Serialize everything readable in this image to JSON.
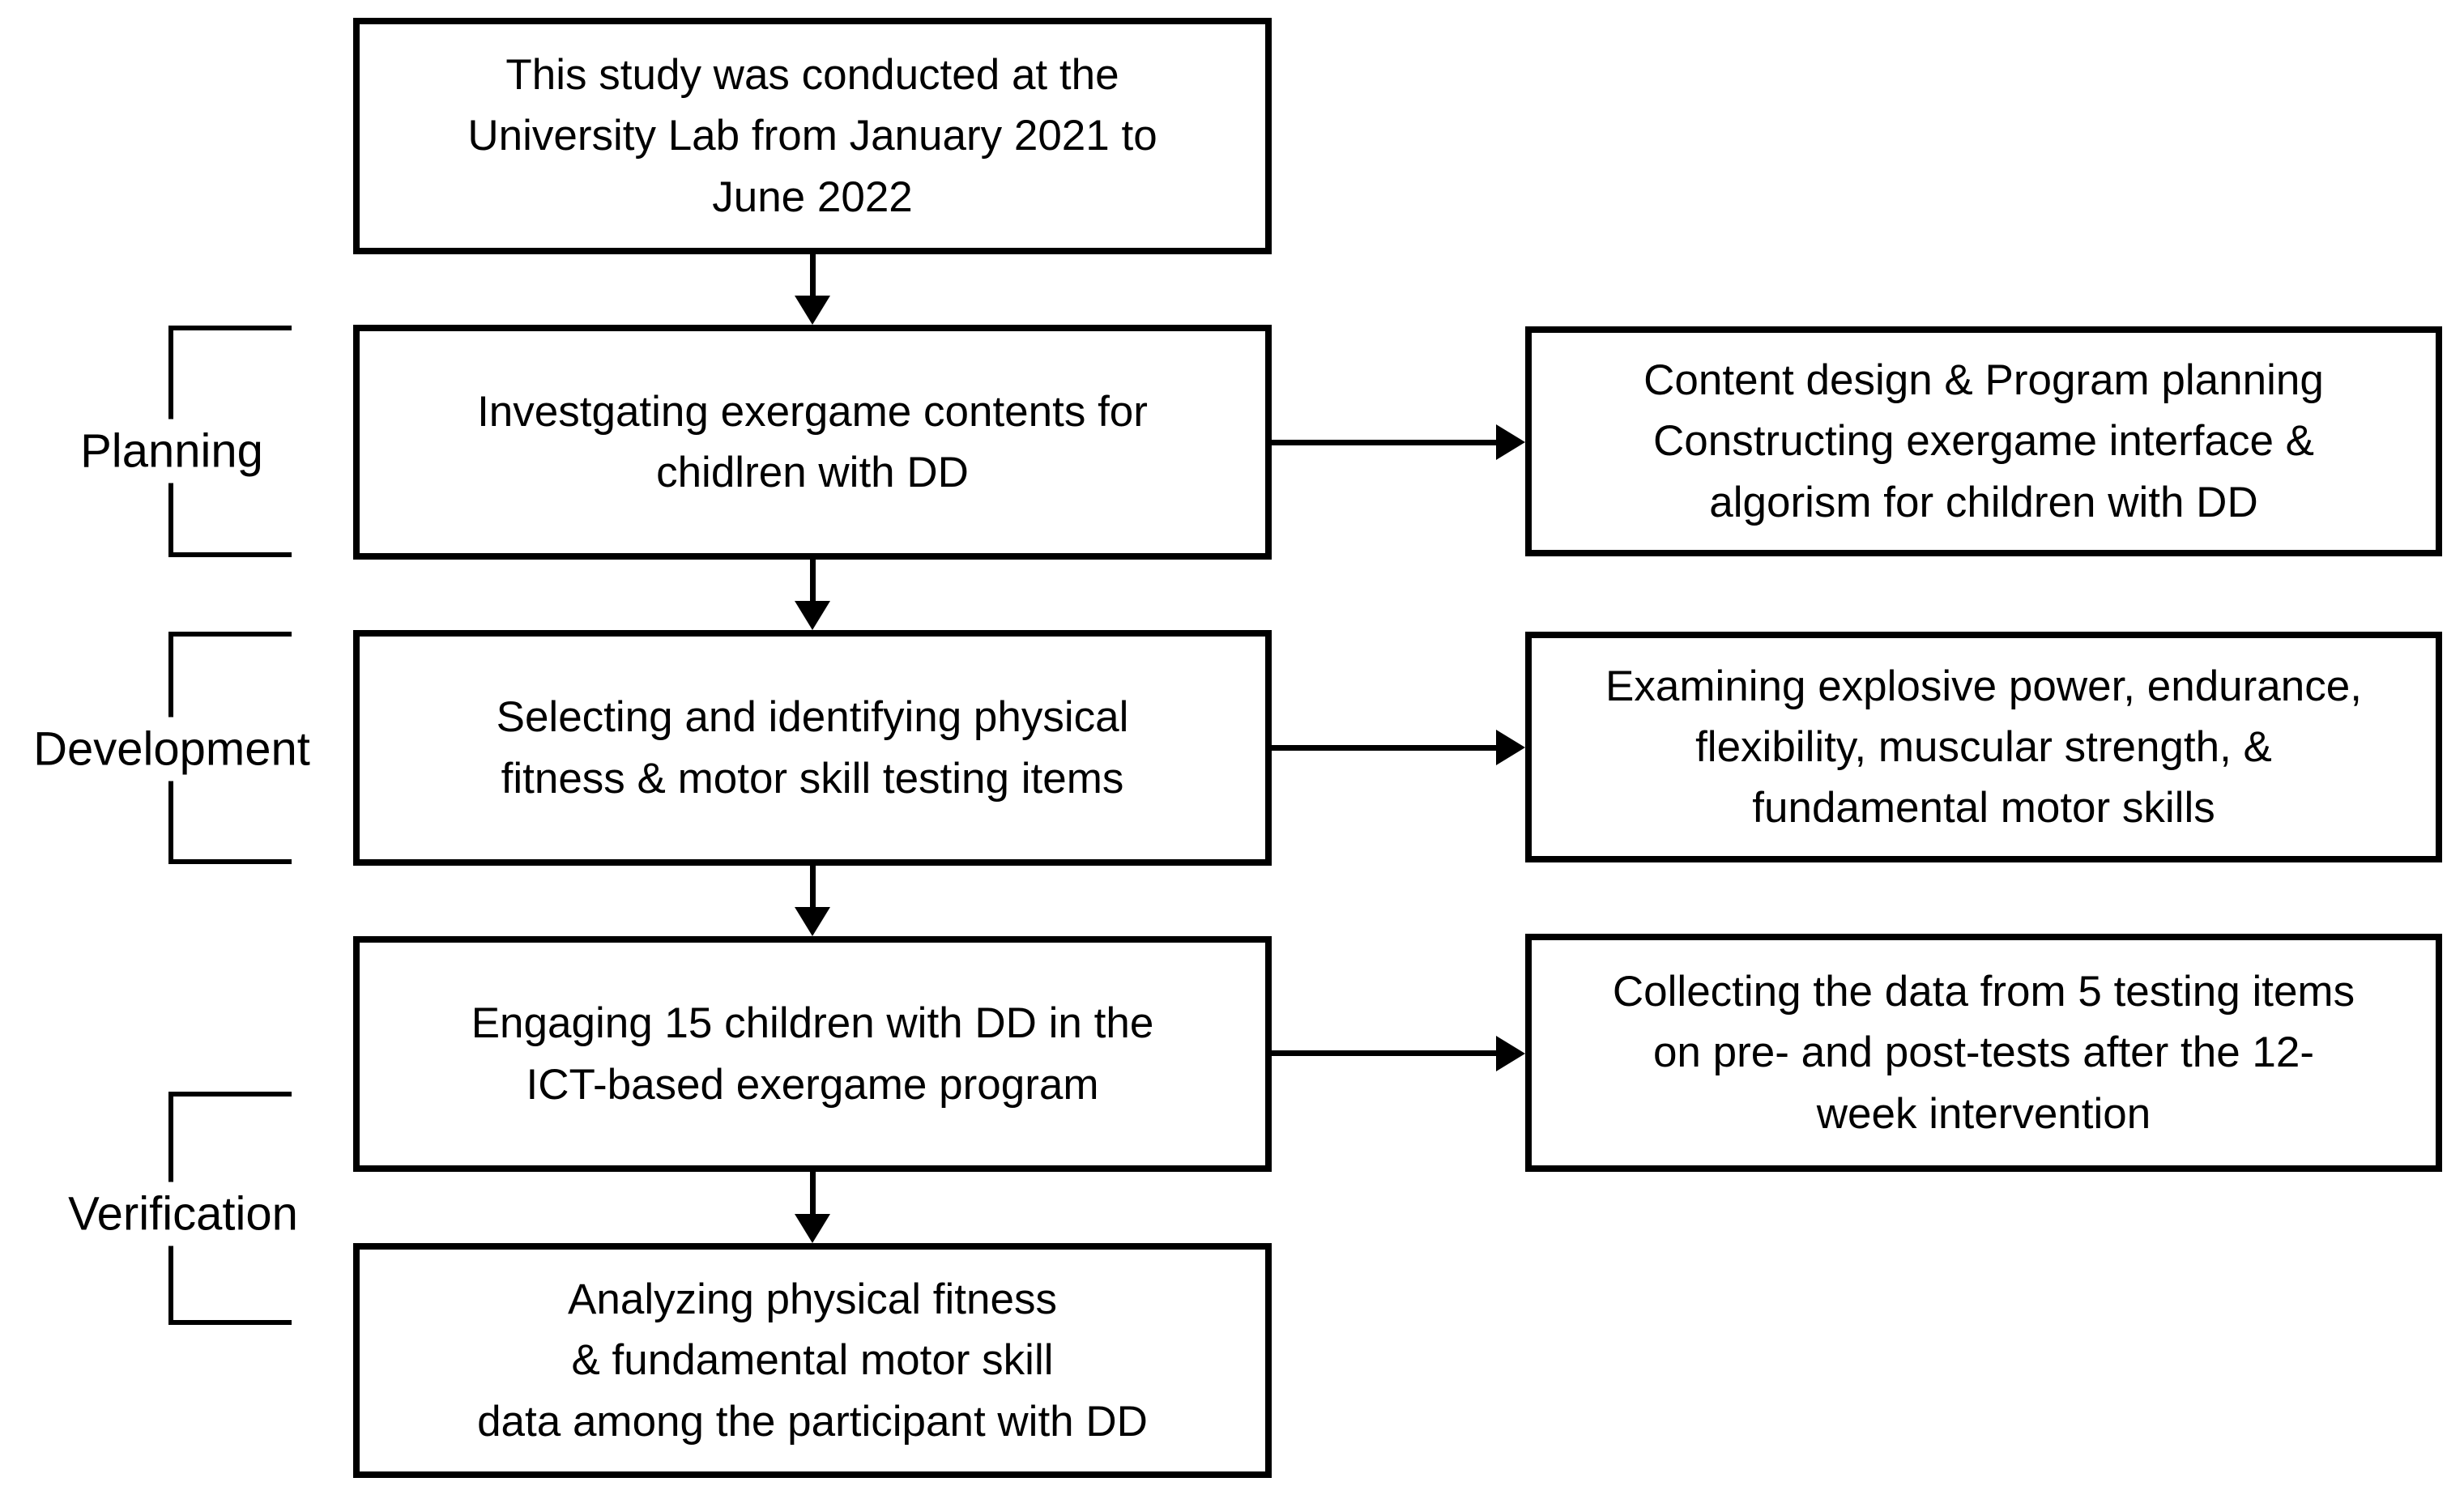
{
  "flowchart": {
    "colors": {
      "line": "#000000",
      "background": "#ffffff",
      "text": "#000000"
    },
    "top_box": {
      "lines": [
        "This study was conducted at the",
        "University Lab from January 2021 to",
        "June 2022"
      ]
    },
    "phase_labels": {
      "planning": "Planning",
      "development": "Development",
      "verification": "Verification"
    },
    "main_column": [
      {
        "id": "investigating",
        "lines": [
          "Investgating exergame contents for",
          "chidlren with DD"
        ]
      },
      {
        "id": "selecting",
        "lines": [
          "Selecting and identifying physical",
          "fitness & motor skill testing items"
        ]
      },
      {
        "id": "engaging",
        "lines": [
          "Engaging 15 children with DD in the",
          "ICT-based exergame program"
        ]
      },
      {
        "id": "analyzing",
        "lines": [
          "Analyzing physical fitness",
          "& fundamental motor skill",
          "data among the participant with DD"
        ]
      }
    ],
    "side_column": [
      {
        "id": "content-design",
        "lines": [
          "Content design & Program planning",
          "Constructing exergame interface &",
          "algorism for children with DD"
        ]
      },
      {
        "id": "examining",
        "lines": [
          "Examining explosive power, endurance,",
          "flexibility, muscular strength, &",
          "fundamental motor skills"
        ]
      },
      {
        "id": "collecting",
        "lines": [
          "Collecting the data from 5 testing items",
          "on pre- and post-tests after the 12-",
          "week intervention"
        ]
      }
    ]
  }
}
